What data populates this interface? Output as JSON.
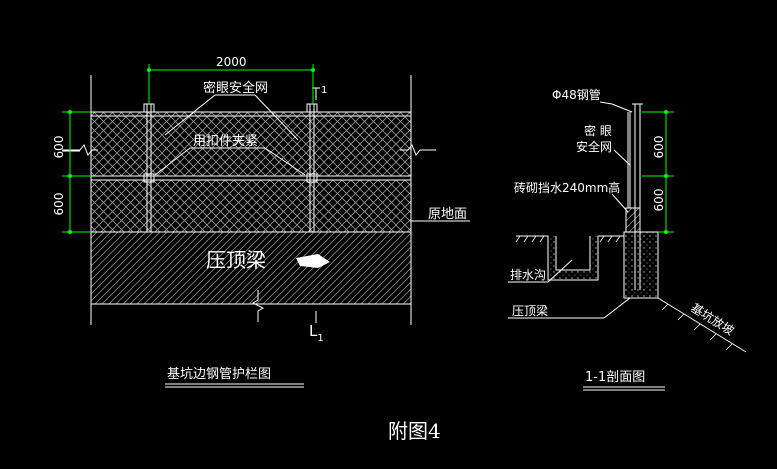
{
  "drawing": {
    "caption": "附图4",
    "colors": {
      "background": "#000000",
      "line": "#ffffff",
      "dimension": "#00ff00",
      "hatch": "#9a9a9a"
    }
  },
  "elevation": {
    "title": "基坑边钢管护栏图",
    "dim_top": "2000",
    "dim_upper": "600",
    "dim_lower": "600",
    "label_net": "密眼安全网",
    "label_clamp": "用扣件夹紧",
    "label_ground": "原地面",
    "label_beam": "压顶梁",
    "section_mark": "1",
    "length_mark": "L",
    "length_sub": "1"
  },
  "section": {
    "title": "1-1剖面图",
    "label_pipe": "Φ48钢管",
    "label_net_1": "密 眼",
    "label_net_2": "安全网",
    "label_wall": "砖砌挡水240mm高",
    "label_ditch": "排水沟",
    "label_beam": "压顶梁",
    "label_slope": "基坑放坡",
    "dim_upper": "600",
    "dim_lower": "600"
  }
}
